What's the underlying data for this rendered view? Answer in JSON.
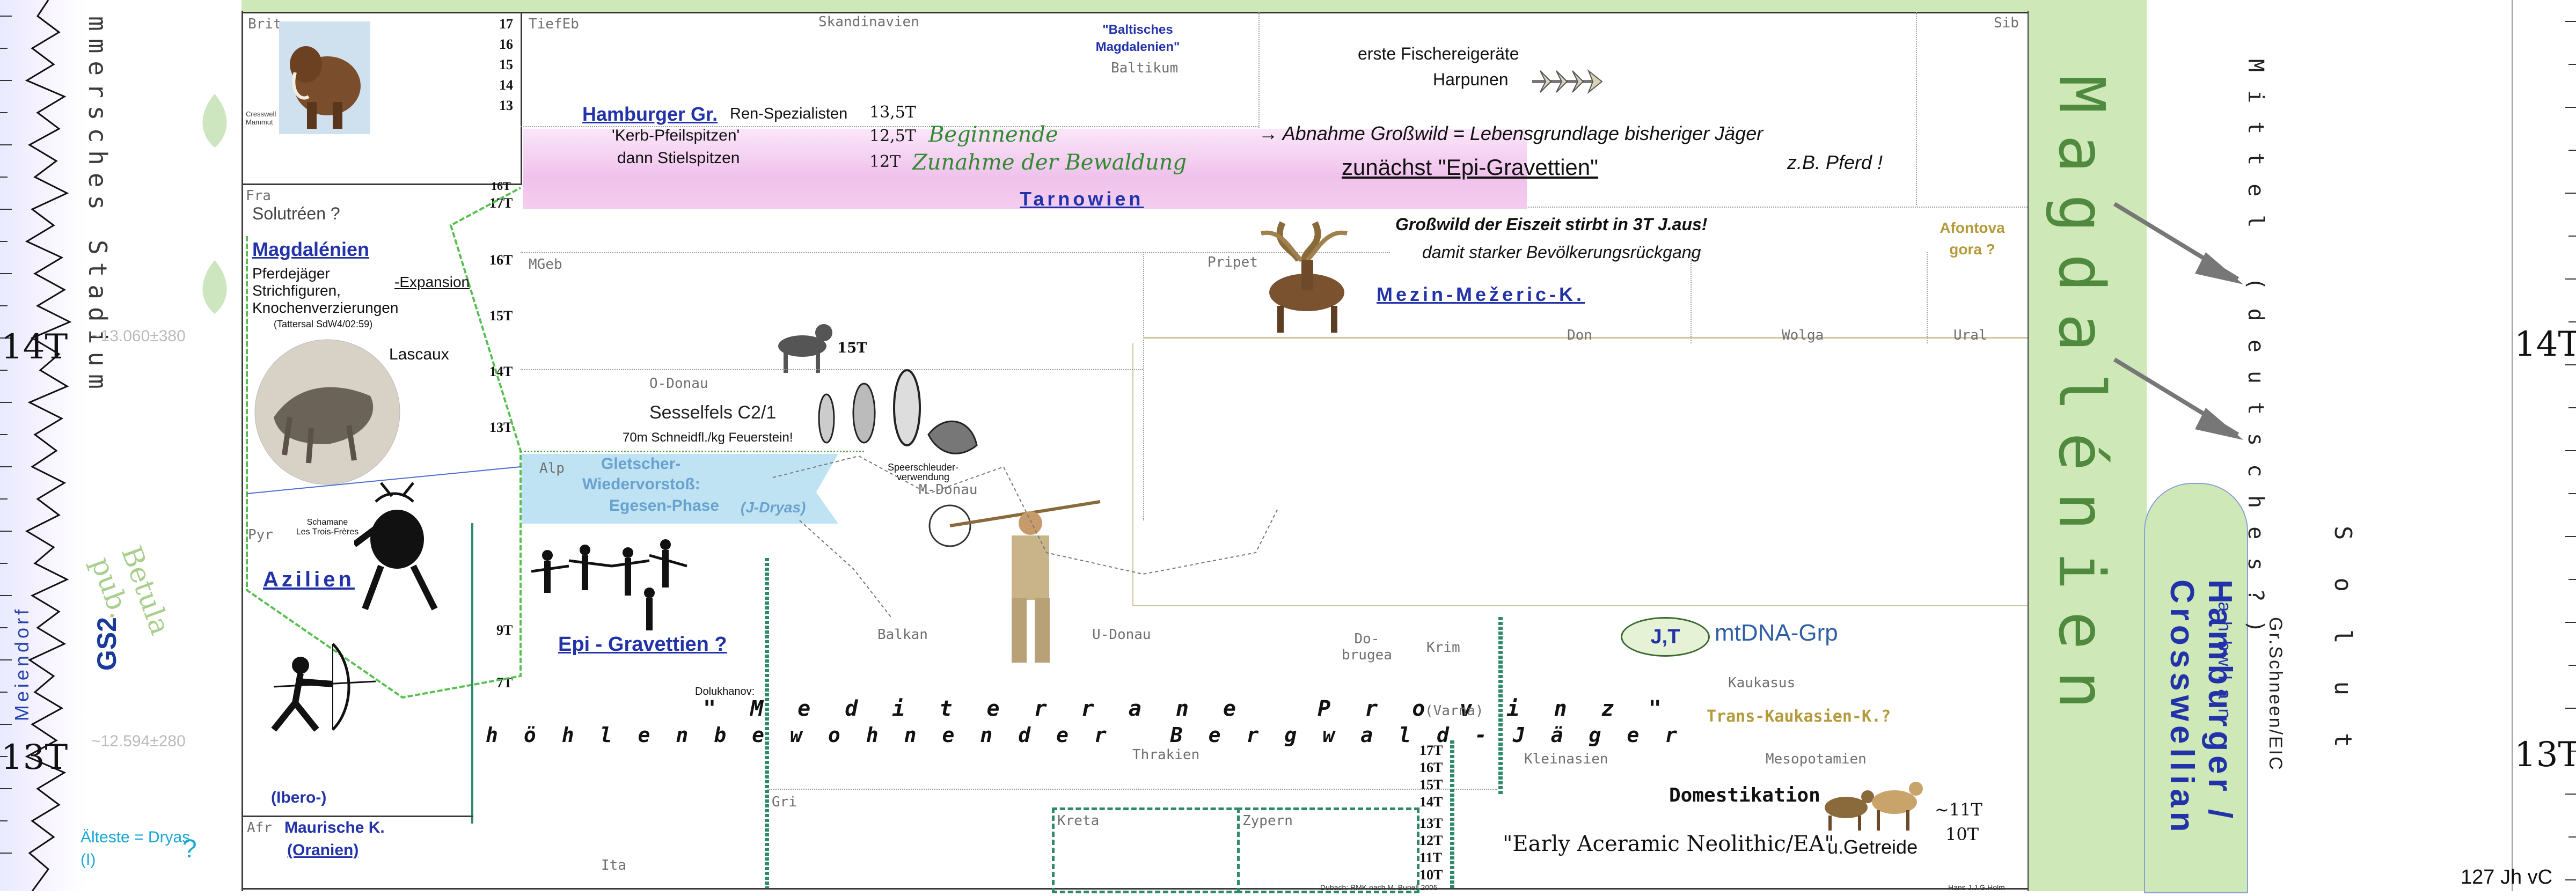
{
  "left_strip": {
    "vertical_text": "mmersches Stadium",
    "gs_label": "GS2",
    "lower_vertical": "Meiendorf",
    "label_14t": "14T",
    "label_13t": "13T",
    "val_13060": "~13.060±380",
    "val_12594": "~12.594±280",
    "betula": "Betula pub.",
    "oldest_dryas": "Älteste = Dryas (I)",
    "question": "?"
  },
  "regions": {
    "brit": "Brit",
    "tiefeb": "TiefEb",
    "skandinavien": "Skandinavien",
    "baltikum": "Baltikum",
    "sib": "Sib",
    "fra": "Fra",
    "mgeb": "MGeb",
    "pripet": "Pripet",
    "don": "Don",
    "wolga": "Wolga",
    "ural": "Ural",
    "o_donau": "O-Donau",
    "alp": "Alp",
    "m_donau": "M-Donau",
    "pyr": "Pyr",
    "balkan": "Balkan",
    "u_donau": "U-Donau",
    "dobrugea": "Do-\nbrugea",
    "krim": "Krim",
    "kaukasus": "Kaukasus",
    "varna": "(Varna)",
    "thrakien": "Thrakien",
    "kleinasien": "Kleinasien",
    "mesopotamien": "Mesopotamien",
    "gri": "Gri",
    "kreta": "Kreta",
    "zypern": "Zypern",
    "ita": "Ita",
    "afr": "Afr"
  },
  "brit_numbers": [
    "17",
    "16",
    "15",
    "14",
    "13"
  ],
  "mammoth_caption": "Cresswell Mammut",
  "hamburger": {
    "title": "Hamburger Gr.",
    "spec": "Ren-Spezialisten",
    "kerb": "'Kerb-Pfeilspitzen'",
    "stiel": "dann Stielspitzen",
    "t135": "13,5T",
    "t125": "12,5T",
    "t12": "12T"
  },
  "bewaldung": {
    "line1": "Beginnende",
    "line2": "Zunahme der Bewaldung"
  },
  "tarnowien": "Tarnowien",
  "baltisches": "\"Baltisches Magdalenien\"",
  "fisch": {
    "line1": "erste Fischereigeräte",
    "line2": "Harpunen"
  },
  "abnahme": "→ Abnahme Großwild = Lebensgrundlage bisheriger Jäger",
  "epi_grav_quote": "zunächst \"Epi-Gravettien\"",
  "pferd": "z.B. Pferd !",
  "grosswild": {
    "line1": "Großwild der Eiszeit stirbt in 3T J.aus!",
    "line2": "damit starker Bevölkerungsrückgang"
  },
  "afontova": "Afontova gora ?",
  "mezin": "Mezin-Mežeric-K.",
  "left_times": [
    "16T",
    "17T",
    "16T",
    "15T",
    "14T",
    "13T",
    "9T",
    "7T"
  ],
  "solutreen": "Solutréen ?",
  "magdalenien": {
    "title": "Magdalénien",
    "l1": "Pferdejäger",
    "l2": "Strichfiguren,",
    "l3": "Knochenverzierungen",
    "ref": "(Tattersal SdW4/02:59)",
    "expansion": "-Expansion",
    "lascaux": "Lascaux"
  },
  "dog_t": "15T",
  "sesselfels": "Sesselfels C2/1",
  "schneid": "70m Schneidfl./kg Feuerstein!",
  "gletscher": {
    "l1": "Gletscher-",
    "l2": "Wiedervorstoß:",
    "l3": "Egesen-Phase",
    "dryas": "(J-Dryas)"
  },
  "speer": "Speerschleuder-\nverwendung",
  "schamane": "Schamane\nLes Trois-Frères",
  "azilien": "Azilien",
  "epi_grav": "Epi - Gravettien ?",
  "dolukhanov": "Dolukhanov:",
  "mediterrane": "\"Mediterrane Provinz\"",
  "hoehlen": "höhlenbewohnender Bergwald-Jäger",
  "ibero": "(Ibero-)",
  "maurische": {
    "l1": "Maurische K.",
    "l2": "(Oranien)"
  },
  "mtdna": {
    "badge": "J,T",
    "label": "mtDNA-Grp"
  },
  "trans": "Trans-Kaukasien-K.?",
  "right_times_a": [
    "17T",
    "16T",
    "15T",
    "14T"
  ],
  "right_times_b": [
    "13T",
    "12T",
    "11T",
    "10T"
  ],
  "domestikation": "Domestikation",
  "early": "\"Early Aceramic Neolithic/EA\"",
  "getreide": "u.Getreide",
  "t11": "~11T",
  "t10": "10T",
  "footer_left": "Dubach: RMK nach M. Bunell 2005",
  "footer_right": "Hans J.J.G.Holm",
  "right_panel": {
    "big_vertical": "Magdalénien",
    "small_vertical": "Mittel (deutsches?)",
    "solut": "Solut",
    "gr_schneen": "Gr.Schneen/EIC",
    "hamburger": "Hamburger / Crosswellian",
    "hamb_small": "la h bw l a n",
    "label_14t": "14T",
    "label_13t": "13T",
    "jh": "127 Jh vC"
  },
  "colors": {
    "green_panel": "#cfe8b8",
    "pink": "#f2c6ee",
    "blue_box": "#bfe3f2",
    "link": "#2233aa",
    "green_text": "#2f8a2f",
    "olive": "#b49a3a"
  }
}
